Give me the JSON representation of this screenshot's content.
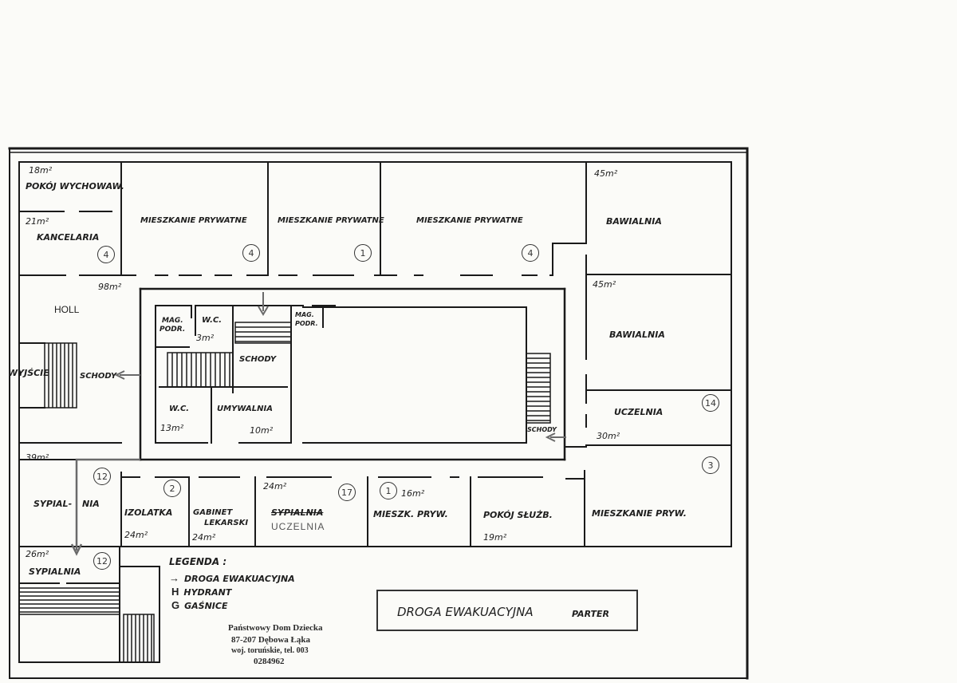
{
  "rooms": {
    "pokoj_wychowaw": {
      "label": "POKÓJ WYCHOWAW.",
      "area": "18m²"
    },
    "kancelaria": {
      "label": "KANCELARIA",
      "area": "21m²",
      "num": "4"
    },
    "mieszkanie_1": {
      "label": "MIESZKANIE PRYWATNE",
      "num": "4"
    },
    "mieszkanie_2": {
      "label": "MIESZKANIE PRYWATNE",
      "num": "1"
    },
    "mieszkanie_3": {
      "label": "MIESZKANIE PRYWATNE",
      "num": "4"
    },
    "bawialnia_1": {
      "label": "BAWIALNIA",
      "area": "45m²"
    },
    "bawialnia_2": {
      "label": "BAWIALNIA",
      "area": "45m²"
    },
    "holl": {
      "label": "HOLL",
      "area": "98m²"
    },
    "wyjscie": {
      "label": "WYJŚCIE"
    },
    "schody_main": {
      "label": "SCHODY"
    },
    "mag_podr_1": {
      "label_1": "MAG.",
      "label_2": "PODR."
    },
    "wc_1": {
      "label": "W.C.",
      "area": "3m²"
    },
    "schody_center": {
      "label": "SCHODY"
    },
    "mag_podr_2": {
      "label_1": "MAG.",
      "label_2": "PODR."
    },
    "wc_2": {
      "label": "W.C.",
      "area": "13m²"
    },
    "umywalnia": {
      "label": "UMYWALNIA",
      "area": "10m²"
    },
    "schody_right": {
      "label": "SCHODY"
    },
    "uczelnia": {
      "label": "UCZELNIA",
      "area": "30m²",
      "num": "14"
    },
    "mieszkanie_pryw": {
      "label": "MIESZKANIE PRYW.",
      "num": "3"
    },
    "sypialnia_1": {
      "label_1": "SYPIAL-",
      "label_2": "NIA",
      "area": "39m²",
      "num": "12"
    },
    "izolatka": {
      "label": "IZOLATKA",
      "area": "24m²"
    },
    "gabinet": {
      "label_1": "GABINET",
      "label_2": "LEKARSKI",
      "area": "24m²",
      "num": "2"
    },
    "sypialnia_uczelnia": {
      "label": "SYPIALNIA",
      "handwritten": "UCZELNIA",
      "area": "24m²",
      "num": "17"
    },
    "mieszk_pryw": {
      "label": "MIESZK. PRYW.",
      "area": "16m²",
      "num": "1"
    },
    "pokoj_sluzb": {
      "label": "POKÓJ SŁUŻB.",
      "area": "19m²"
    },
    "sypialnia_2": {
      "label": "SYPIALNIA",
      "area": "26m²",
      "num": "12"
    }
  },
  "legend": {
    "title": "LEGENDA :",
    "items": [
      {
        "key": "→",
        "text": "DROGA EWAKUACYJNA"
      },
      {
        "key": "H",
        "text": "HYDRANT"
      },
      {
        "key": "G",
        "text": "GAŚNICE"
      }
    ]
  },
  "title_box": {
    "main": "DROGA EWAKUACYJNA",
    "sub": "PARTER"
  },
  "stamp": {
    "line_1": "Państwowy Dom Dziecka",
    "line_2": "87-207 Dębowa Łąka",
    "line_3": "woj. toruńskie, tel. 003",
    "line_4": "0284962"
  },
  "colors": {
    "wall": "#1a1a1a",
    "route": "#666666",
    "paper": "#fbfbf8"
  }
}
